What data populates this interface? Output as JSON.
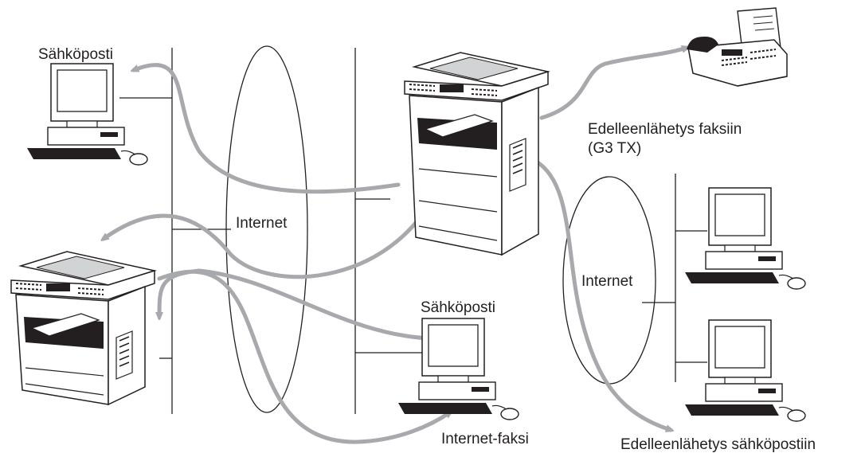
{
  "labels": {
    "email_top_left": "Sähköposti",
    "email_center": "Sähköposti",
    "internet_left": "Internet",
    "internet_right": "Internet",
    "forward_fax_line1": "Edelleenlähetys faksiin",
    "forward_fax_line2": "(G3 TX)",
    "internet_fax": "Internet-faksi",
    "forward_email": "Edelleenlähetys sähköpostiin"
  },
  "colors": {
    "arrow": "#a7a9ac",
    "line": "#231f20",
    "device_fill": "#ffffff",
    "device_shade": "#d1d3d4"
  },
  "icons": {
    "pc": "desktop-computer-icon",
    "mfc": "multifunction-printer-icon",
    "fax": "fax-machine-icon"
  }
}
